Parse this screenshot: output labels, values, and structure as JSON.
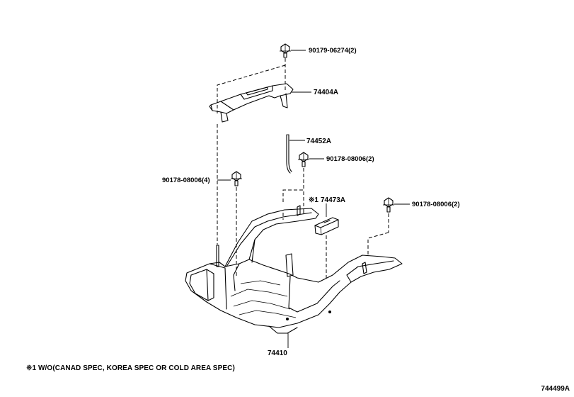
{
  "parts": {
    "bolt_top": "90179-06274(2)",
    "bracket_top": "74404A",
    "rod": "74452A",
    "bolt_mid": "90178-08006(2)",
    "bolt_left": "90178-08006(4)",
    "clamp_prefix": "※1",
    "clamp": "74473A",
    "bolt_right": "90178-08006(2)",
    "tray": "74410"
  },
  "footnote": "※1 W/O(CANAD SPEC, KOREA SPEC OR COLD AREA SPEC)",
  "figure_code": "744499A"
}
